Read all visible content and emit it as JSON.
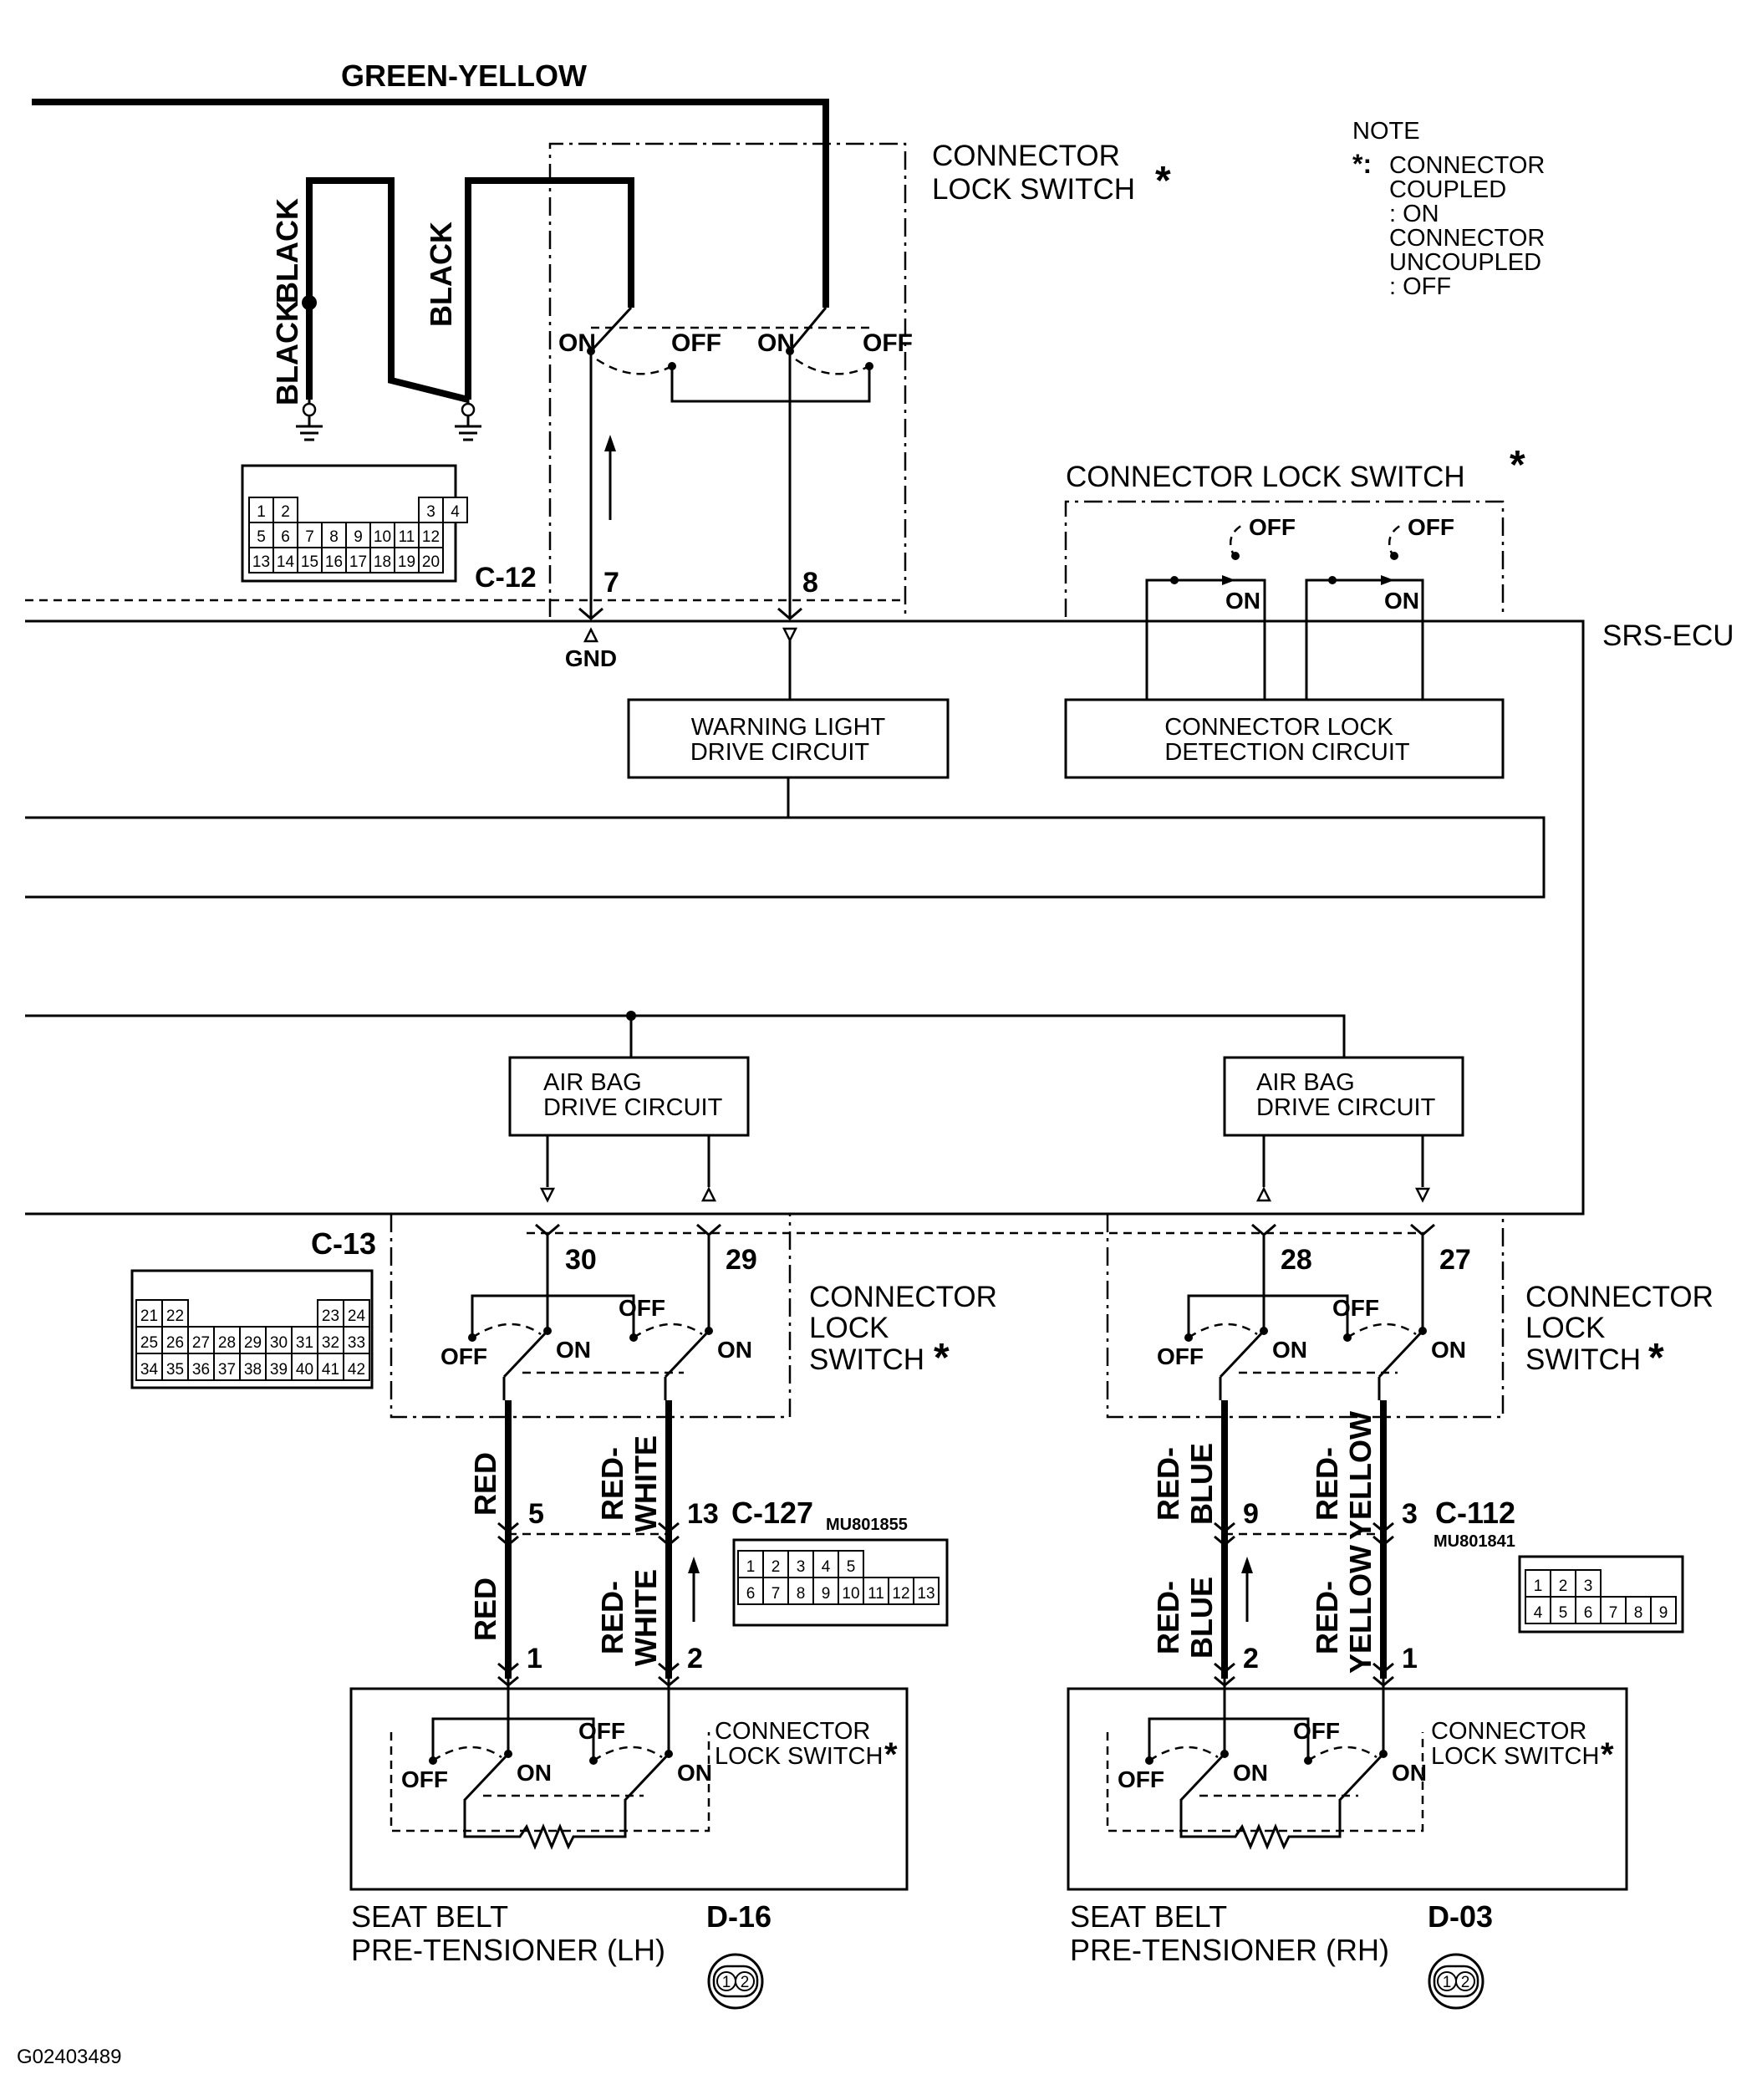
{
  "wires": {
    "green_yellow": "GREEN-YELLOW",
    "black_1a": "BLACK",
    "black_1b": "BLACK",
    "black_2": "BLACK",
    "red_top": "RED",
    "red_bottom": "RED",
    "red_white_top_1": "RED-",
    "red_white_top_2": "WHITE",
    "red_white_bot_1": "RED-",
    "red_white_bot_2": "WHITE",
    "red_blue_top_1": "RED-",
    "red_blue_top_2": "BLUE",
    "red_blue_bot_1": "RED-",
    "red_blue_bot_2": "BLUE",
    "red_yellow_top_1": "RED-",
    "red_yellow_top_2": "YELLOW",
    "red_yellow_bot_1": "RED-",
    "red_yellow_bot_2": "YELLOW"
  },
  "note": {
    "title": "NOTE",
    "star": "*:",
    "lines": [
      "CONNECTOR",
      "COUPLED",
      ": ON",
      "CONNECTOR",
      "UNCOUPLED",
      ": OFF"
    ]
  },
  "switch_labels": {
    "top": [
      "CONNECTOR",
      "LOCK SWITCH"
    ],
    "right_top": "CONNECTOR LOCK SWITCH",
    "c13_left": [
      "CONNECTOR",
      "LOCK",
      "SWITCH"
    ],
    "c13_right": [
      "CONNECTOR",
      "LOCK",
      "SWITCH"
    ],
    "d16": [
      "CONNECTOR",
      "LOCK SWITCH"
    ],
    "d03": [
      "CONNECTOR",
      "LOCK SWITCH"
    ],
    "star": "*"
  },
  "states": {
    "on": "ON",
    "off": "OFF"
  },
  "connectors": {
    "c12": "C-12",
    "c13": "C-13",
    "c127": "C-127",
    "c127_part": "MU801855",
    "c112": "C-112",
    "c112_part": "MU801841",
    "d16": "D-16",
    "d03": "D-03"
  },
  "pins": {
    "c12_7": "7",
    "c12_8": "8",
    "c13_30": "30",
    "c13_29": "29",
    "c13_28": "28",
    "c13_27": "27",
    "c127_5": "5",
    "c127_13": "13",
    "c112_9": "9",
    "c112_3": "3",
    "d16_1": "1",
    "d16_2": "2",
    "d03_2": "2",
    "d03_1": "1"
  },
  "gnd": "GND",
  "srs_ecu": "SRS-ECU",
  "blocks": {
    "warning": [
      "WARNING LIGHT",
      "DRIVE CIRCUIT"
    ],
    "detection": [
      "CONNECTOR LOCK",
      "DETECTION CIRCUIT"
    ],
    "airbag_left": [
      "AIR BAG",
      "DRIVE CIRCUIT"
    ],
    "airbag_right": [
      "AIR BAG",
      "DRIVE CIRCUIT"
    ]
  },
  "components": {
    "lh": [
      "SEAT BELT",
      "PRE-TENSIONER (LH)"
    ],
    "rh": [
      "SEAT BELT",
      "PRE-TENSIONER (RH)"
    ]
  },
  "figure_id": "G02403489",
  "connector_faces": {
    "c12": [
      [
        "1",
        "2",
        "",
        "",
        "",
        "",
        "",
        "3",
        "4"
      ],
      [
        "5",
        "6",
        "7",
        "8",
        "9",
        "10",
        "11",
        "12"
      ],
      [
        "13",
        "14",
        "15",
        "16",
        "17",
        "18",
        "19",
        "20"
      ]
    ],
    "c13": [
      [
        "21",
        "22",
        "",
        "",
        "",
        "",
        "",
        "23",
        "24"
      ],
      [
        "25",
        "26",
        "27",
        "28",
        "29",
        "30",
        "31",
        "32",
        "33"
      ],
      [
        "34",
        "35",
        "36",
        "37",
        "38",
        "39",
        "40",
        "41",
        "42"
      ]
    ],
    "c127": [
      [
        "1",
        "2",
        "3",
        "4",
        "5"
      ],
      [
        "6",
        "7",
        "8",
        "9",
        "10",
        "11",
        "12",
        "13"
      ]
    ],
    "c112": [
      [
        "1",
        "2",
        "3"
      ],
      [
        "4",
        "5",
        "6",
        "7",
        "8",
        "9"
      ]
    ],
    "round": [
      "1",
      "2"
    ]
  }
}
